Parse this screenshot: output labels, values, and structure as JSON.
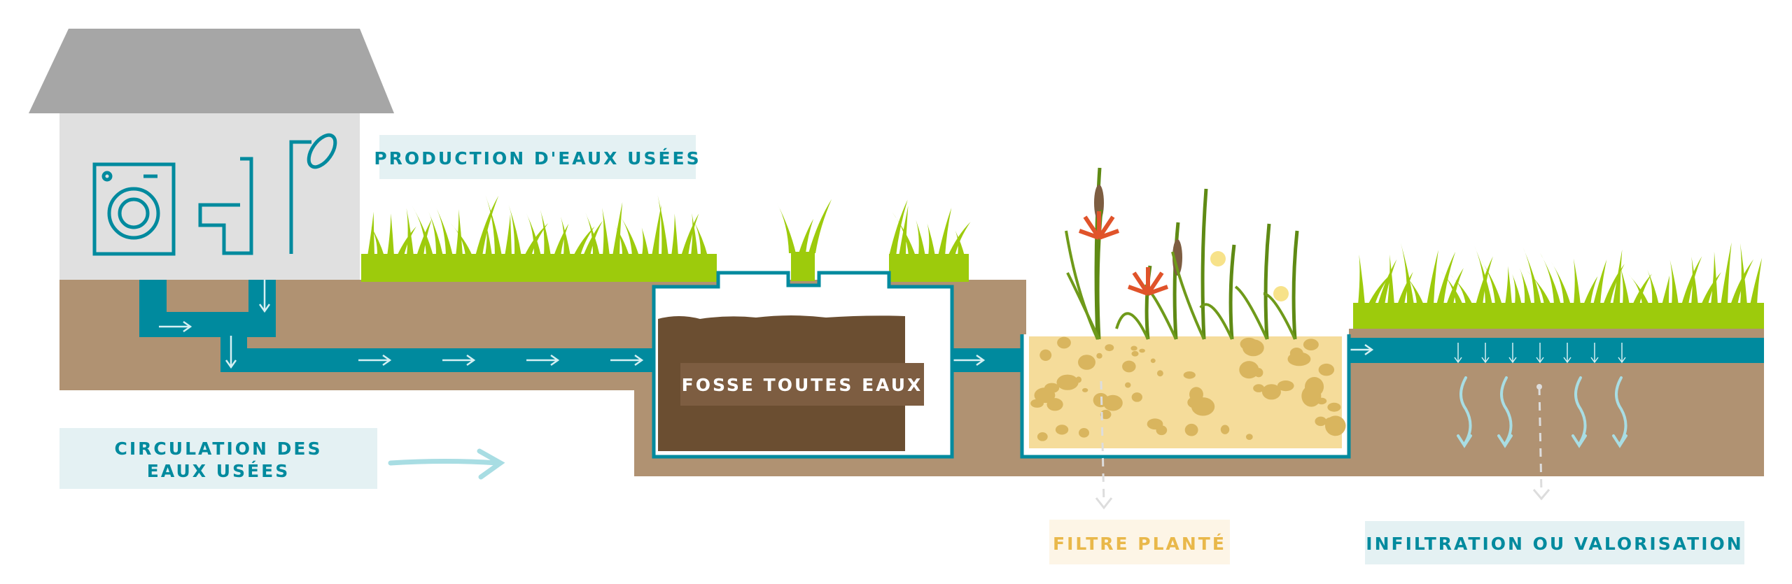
{
  "labels": {
    "production": "PRODUCTION D'EAUX USÉES",
    "circulation_line1": "CIRCULATION DES",
    "circulation_line2": "EAUX USÉES",
    "fosse": "FOSSE TOUTES EAUX",
    "filtre": "FILTRE PLANTÉ",
    "infiltration": "INFILTRATION OU VALORISATION"
  },
  "icons": [
    "washing-machine-icon",
    "toilet-icon",
    "shower-icon",
    "flow-arrow-icon"
  ],
  "colors": {
    "teal": "#008a9e",
    "soil": "#b09272",
    "sludge": "#6b4e31",
    "grass": "#9dcb0c",
    "sand": "#f5dc9a",
    "roof": "#a6a6a6",
    "wall": "#e0e0e0",
    "label_bg": "#e4f1f3",
    "filtre_text": "#e9b84a",
    "filtre_bg": "#fdf5e6"
  }
}
